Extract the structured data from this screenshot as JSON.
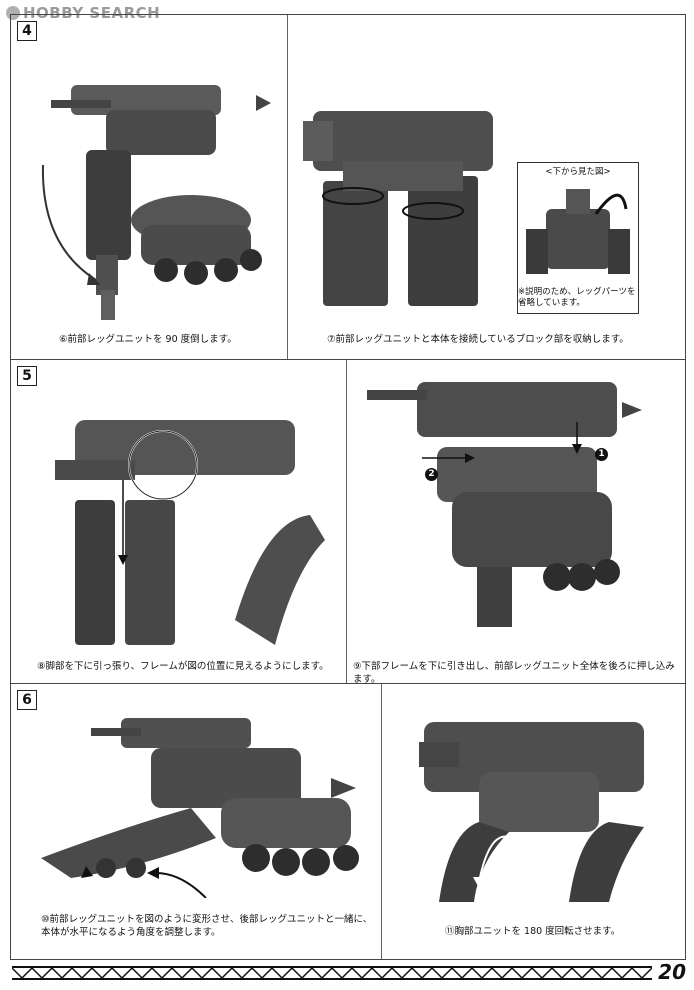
{
  "header": {
    "site_logo": "HOBBY SEARCH"
  },
  "steps": [
    {
      "number": "4",
      "captions": [
        "⑥前部レッグユニットを 90 度倒します。",
        "⑦前部レッグユニットと本体を接続しているブロック部を収納します。"
      ],
      "inset_title": "<下から見た図>",
      "inset_note": "※説明のため、レッグパーツを省略しています。"
    },
    {
      "number": "5",
      "captions": [
        "⑧脚部を下に引っ張り、フレームが図の位置に見えるようにします。",
        "⑨下部フレームを下に引き出し、前部レッグユニット全体を後ろに押し込みます。"
      ],
      "callouts": [
        "1",
        "2"
      ]
    },
    {
      "number": "6",
      "captions": [
        "⑩前部レッグユニットを図のように変形させ、後部レッグユニットと一緒に、本体が水平になるよう角度を調整します。",
        "⑪胸部ユニットを 180 度回転させます。"
      ]
    }
  ],
  "footer": {
    "page_number": "20"
  },
  "colors": {
    "photo_dark": "#3e3e3e",
    "photo_mid": "#6b6b6b",
    "photo_light": "#9a9a9a",
    "arrow_gray": "#8c8c8c"
  }
}
